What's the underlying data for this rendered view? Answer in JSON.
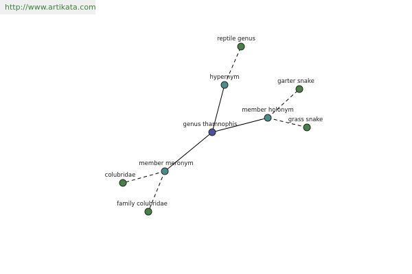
{
  "source_link": {
    "text": "http://www.artikata.com"
  },
  "colors": {
    "center": "#4f4f9b",
    "relation": "#4f8a8a",
    "leaf": "#4a7f4a",
    "link_text": "#3f7f3f"
  },
  "graph": {
    "nodes": [
      {
        "id": "genus-thamnophis",
        "label": "genus thamnophis",
        "kind": "center"
      },
      {
        "id": "hypernym",
        "label": "hypernym",
        "kind": "relation"
      },
      {
        "id": "reptile-genus",
        "label": "reptile genus",
        "kind": "leaf"
      },
      {
        "id": "member-holonym",
        "label": "member holonym",
        "kind": "relation"
      },
      {
        "id": "garter-snake",
        "label": "garter snake",
        "kind": "leaf"
      },
      {
        "id": "grass-snake",
        "label": "grass snake",
        "kind": "leaf"
      },
      {
        "id": "member-meronym",
        "label": "member meronym",
        "kind": "relation"
      },
      {
        "id": "colubridae",
        "label": "colubridae",
        "kind": "leaf"
      },
      {
        "id": "family-colubridae",
        "label": "family colubridae",
        "kind": "leaf"
      }
    ],
    "edges": [
      {
        "from": "genus-thamnophis",
        "to": "hypernym",
        "style": "solid"
      },
      {
        "from": "genus-thamnophis",
        "to": "member-holonym",
        "style": "solid"
      },
      {
        "from": "genus-thamnophis",
        "to": "member-meronym",
        "style": "solid"
      },
      {
        "from": "hypernym",
        "to": "reptile-genus",
        "style": "dashed"
      },
      {
        "from": "member-holonym",
        "to": "garter-snake",
        "style": "dashed"
      },
      {
        "from": "member-holonym",
        "to": "grass-snake",
        "style": "dashed"
      },
      {
        "from": "member-meronym",
        "to": "colubridae",
        "style": "dashed"
      },
      {
        "from": "member-meronym",
        "to": "family-colubridae",
        "style": "dashed"
      }
    ]
  }
}
